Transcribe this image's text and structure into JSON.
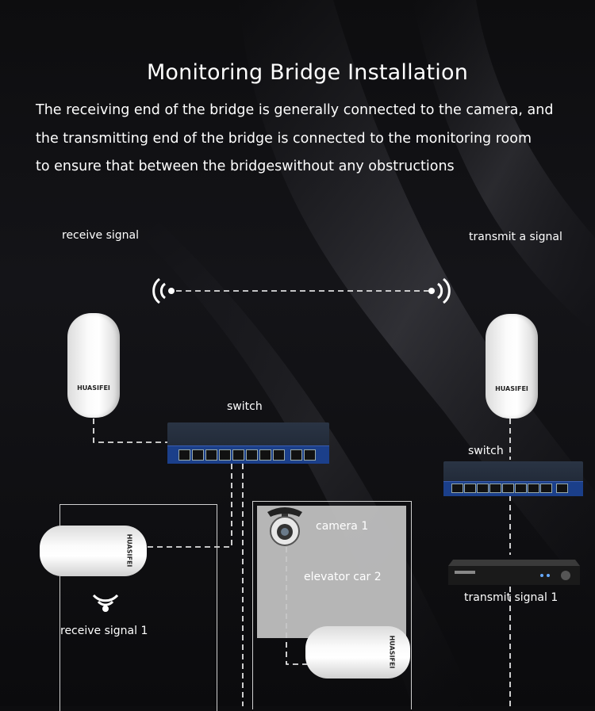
{
  "title": "Monitoring Bridge Installation",
  "description": [
    "The receiving end of the bridge is generally connected to the camera, and",
    "the transmitting end of the bridge is connected to the monitoring room",
    "to ensure that between the bridgeswithout any obstructions"
  ],
  "labels": {
    "receive_signal": "receive signal",
    "transmit_signal": "transmit a signal",
    "switch_left": "switch",
    "switch_right": "switch",
    "camera": "camera 1",
    "elevator": "elevator car 2",
    "transmit_signal_1": "transmit signal 1",
    "receive_signal_1": "receive signal 1"
  },
  "brand": "HUASIFEI",
  "icons": [
    "wifi-left-icon",
    "wifi-right-icon",
    "wifi-down-icon",
    "camera-icon",
    "nvr-icon"
  ]
}
